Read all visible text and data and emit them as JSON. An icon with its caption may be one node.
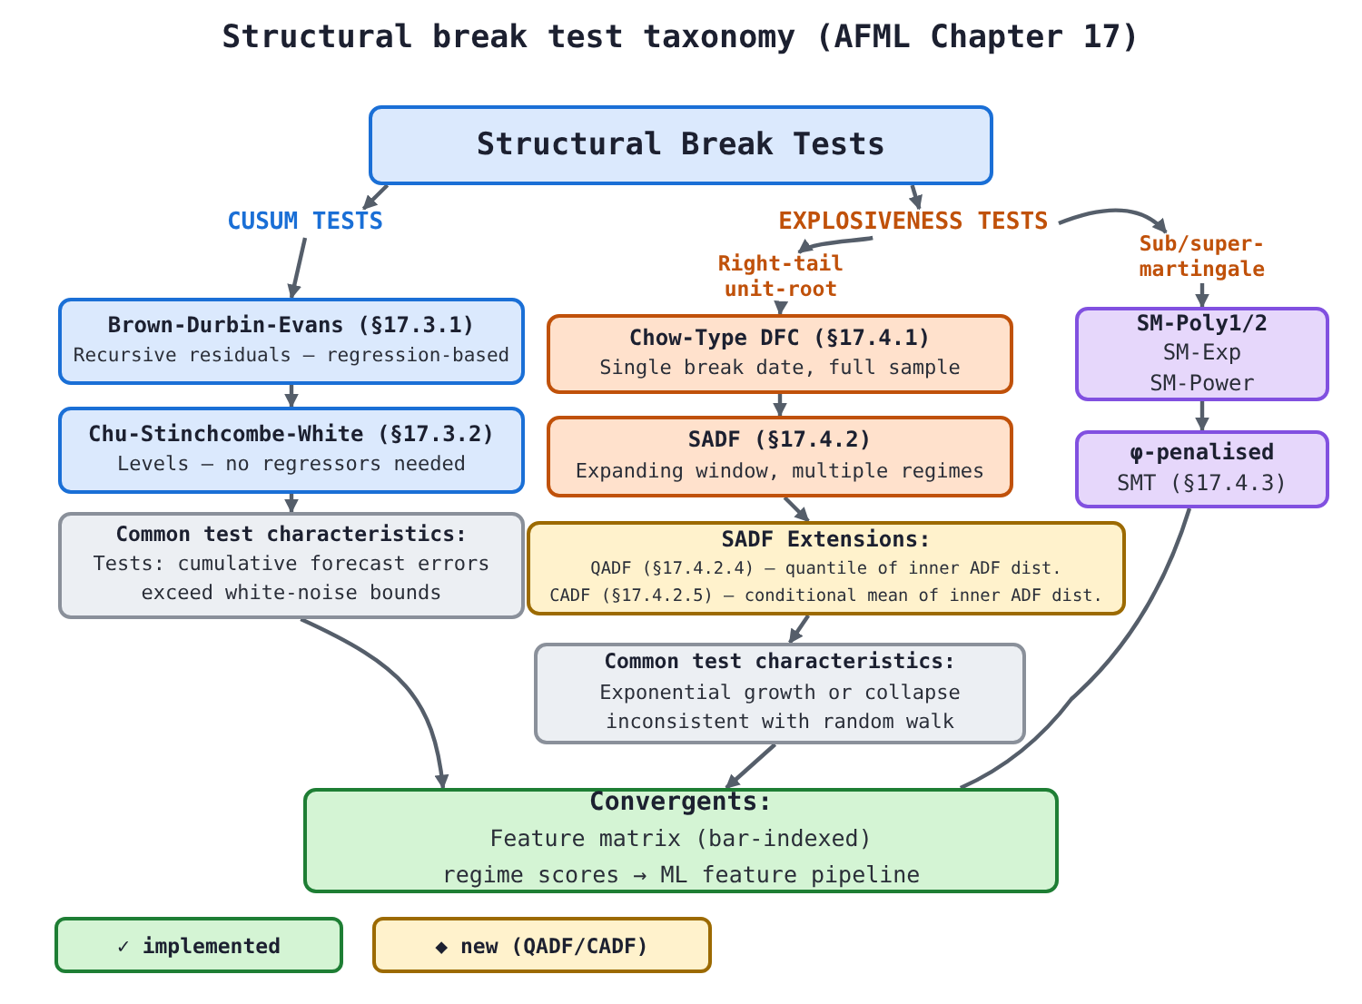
{
  "diagram": {
    "title": "Structural break test taxonomy (AFML Chapter 17)",
    "nodes": [
      {
        "text": [
          "Structural Break Tests"
        ]
      },
      {
        "text": [
          "CUSUM TESTS"
        ]
      },
      {
        "text": [
          "EXPLOSIVENESS TESTS"
        ]
      },
      {
        "text": [
          "Right-tail unit-root"
        ]
      },
      {
        "text": [
          "Sub/super-martingale"
        ]
      },
      {
        "text": [
          "Brown-Durbin-Evans (§17.3.1)",
          "Recursive residuals — regression-based"
        ]
      },
      {
        "text": [
          "Chu-Stinchcombe-White (§17.3.2)",
          "Levels — no regressors needed"
        ]
      },
      {
        "text": [
          "Common test characteristics:",
          "Tests: cumulative forecast errors exceed white-noise bounds"
        ]
      },
      {
        "text": [
          "Chow-Type DFC (§17.4.1)",
          "Single break date, full sample"
        ]
      },
      {
        "text": [
          "SADF (§17.4.2)",
          "Expanding window, multiple regimes"
        ]
      },
      {
        "text": [
          "SADF Extensions:",
          "QADF (§17.4.2.4) — quantile of inner ADF dist.",
          "CADF (§17.4.2.5) — conditional mean of inner ADF dist."
        ]
      },
      {
        "text": [
          "SM-Poly1/2",
          "SM-Exp",
          "SM-Power"
        ]
      },
      {
        "text": [
          "φ-penalised",
          "SMT (§17.4.3)"
        ]
      },
      {
        "text": [
          "Common test characteristics:",
          "Exponential growth or collapse inconsistent with random walk"
        ]
      },
      {
        "text": [
          "Convergents:",
          "Feature matrix (bar-indexed)",
          "regime scores → ML feature pipeline"
        ]
      }
    ],
    "edges": [
      {
        "from": 0,
        "to": 1,
        "arrow": "to"
      },
      {
        "from": 0,
        "to": 2,
        "arrow": "to"
      },
      {
        "from": 1,
        "to": 5,
        "arrow": "to"
      },
      {
        "from": 2,
        "to": 3,
        "arrow": "to"
      },
      {
        "from": 2,
        "to": 4,
        "arrow": "to"
      },
      {
        "from": 3,
        "to": 8,
        "arrow": "to"
      },
      {
        "from": 4,
        "to": 11,
        "arrow": "to"
      },
      {
        "from": 5,
        "to": 6,
        "arrow": "to"
      },
      {
        "from": 6,
        "to": 7,
        "arrow": "to"
      },
      {
        "from": 8,
        "to": 9,
        "arrow": "to"
      },
      {
        "from": 9,
        "to": 10,
        "arrow": "to"
      },
      {
        "from": 11,
        "to": 12,
        "arrow": "to"
      },
      {
        "from": 10,
        "to": 13,
        "arrow": "to"
      },
      {
        "from": 7,
        "to": 14,
        "arrow": "to"
      },
      {
        "from": 13,
        "to": 14,
        "arrow": "to"
      },
      {
        "from": 12,
        "to": 14,
        "arrow": "none"
      }
    ],
    "legend": [
      {
        "text": "✓ implemented",
        "color": "#d4f4d4"
      },
      {
        "text": "◆ new (QADF/CADF)",
        "color": "#fff2cc"
      }
    ]
  }
}
